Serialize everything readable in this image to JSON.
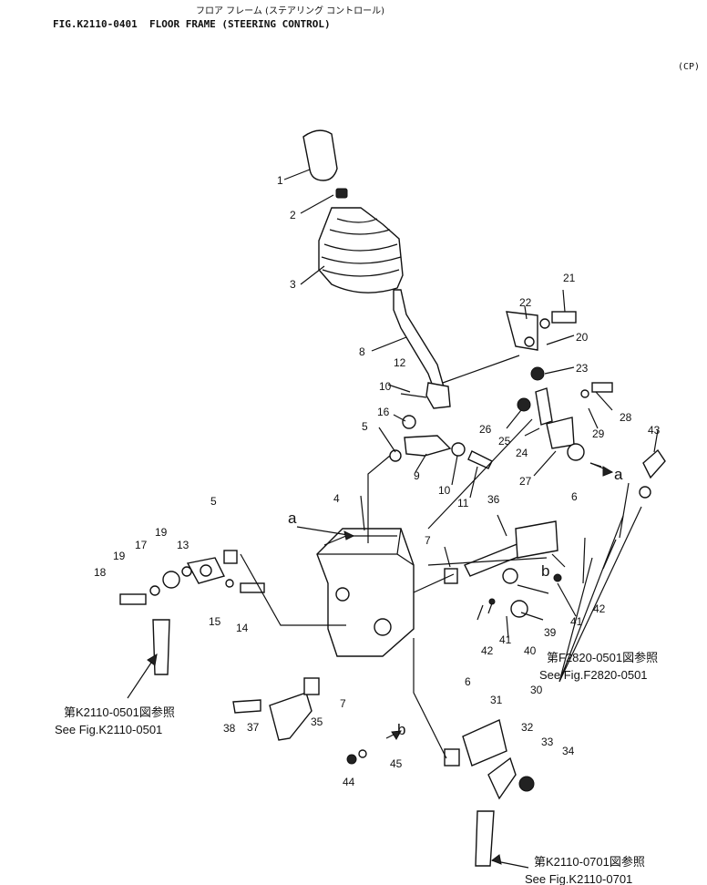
{
  "header": {
    "jp_title": "フロア フレーム (ステアリング コントロール)",
    "fig_title": "FIG.K2110-0401  FLOOR FRAME (STEERING CONTROL)",
    "model_code": "(CP)"
  },
  "callouts": [
    "1",
    "2",
    "3",
    "4",
    "5",
    "5",
    "6",
    "6",
    "7",
    "7",
    "8",
    "9",
    "10",
    "10",
    "11",
    "12",
    "13",
    "14",
    "15",
    "16",
    "17",
    "18",
    "19",
    "19",
    "20",
    "21",
    "22",
    "23",
    "24",
    "25",
    "26",
    "27",
    "28",
    "29",
    "30",
    "31",
    "32",
    "33",
    "34",
    "35",
    "36",
    "37",
    "38",
    "39",
    "40",
    "41",
    "41",
    "42",
    "42",
    "43",
    "44",
    "45"
  ],
  "arrow_markers": [
    "a",
    "a",
    "b",
    "b"
  ],
  "references": [
    {
      "jp": "第K2110-0501図参照",
      "en": "See Fig.K2110-0501"
    },
    {
      "jp": "第F2820-0501図参照",
      "en": "See Fig.F2820-0501"
    },
    {
      "jp": "第K2110-0701図参照",
      "en": "See Fig.K2110-0701"
    }
  ]
}
